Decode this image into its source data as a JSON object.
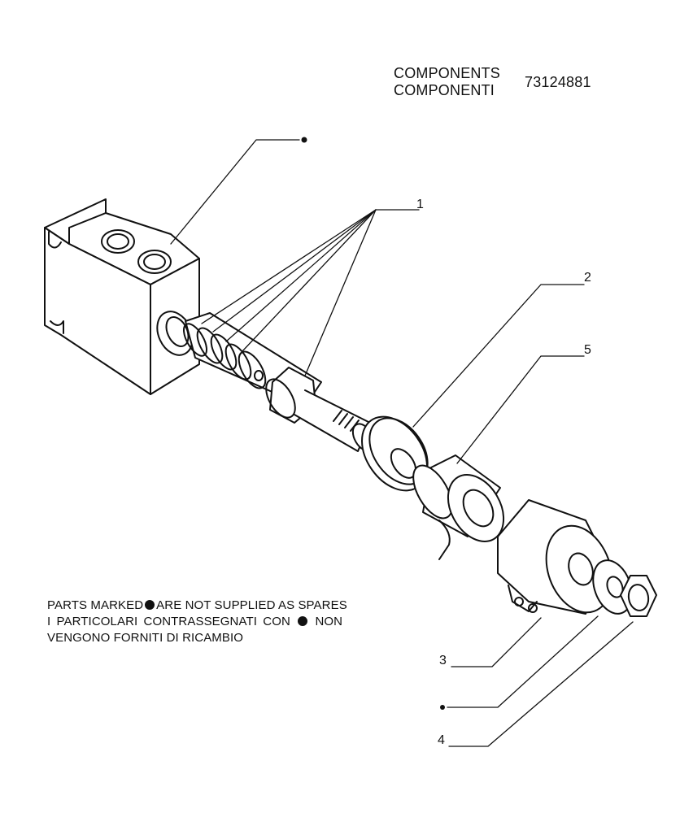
{
  "header": {
    "title_en": "COMPONENTS",
    "title_it": "COMPONENTI",
    "drawing_code": "73124881"
  },
  "note": {
    "line1_before": "PARTS MARKED",
    "line1_after": "ARE NOT SUPPLIED AS SPARES",
    "line2_before": "I PARTICOLARI CONTRASSEGNATI CON",
    "line2_after": "NON",
    "line3": "VENGONO FORNITI DI RICAMBIO"
  },
  "callouts": {
    "c1": "1",
    "c2": "2",
    "c3": "3",
    "c4": "4",
    "c5": "5"
  }
}
